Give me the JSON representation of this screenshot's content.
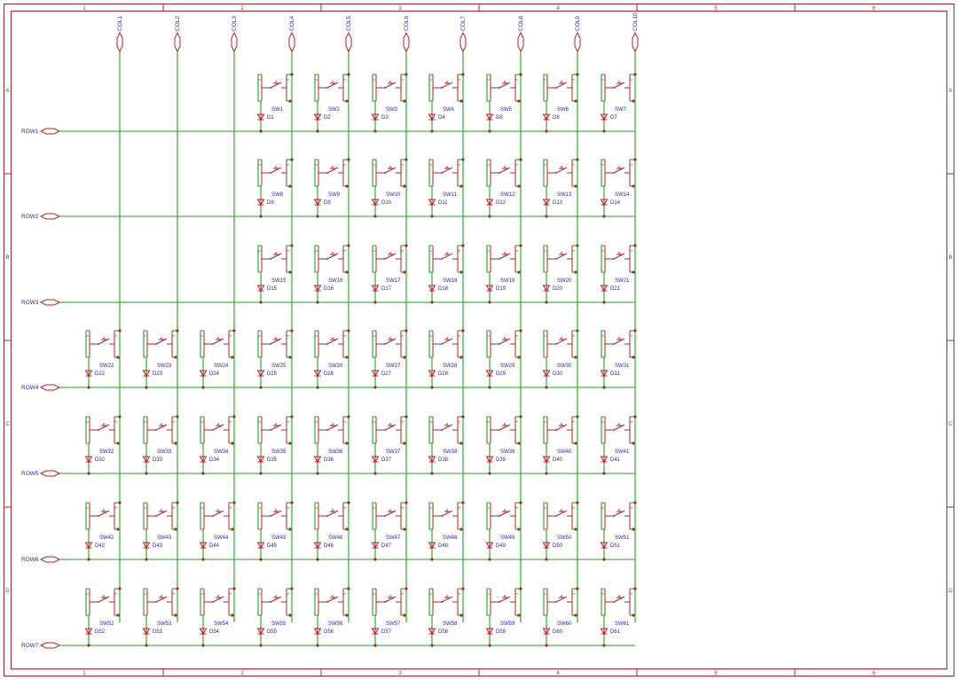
{
  "sheet": {
    "column_markers": [
      "1",
      "2",
      "3",
      "4",
      "5",
      "6"
    ],
    "row_markers": [
      "A",
      "B",
      "C",
      "D"
    ]
  },
  "colors": {
    "wire": "#1aa81a",
    "symbol": "#b22222",
    "text": "#1f1fbf",
    "frame": "#b22222"
  },
  "columns": [
    "COL1",
    "COL2",
    "COL3",
    "COL4",
    "COL5",
    "COL6",
    "COL7",
    "COL8",
    "COL9",
    "COL10"
  ],
  "rows": [
    {
      "net": "ROW1",
      "cells": [
        null,
        null,
        null,
        {
          "switch": "SW1",
          "diode": "D1"
        },
        {
          "switch": "SW2",
          "diode": "D2"
        },
        {
          "switch": "SW3",
          "diode": "D3"
        },
        {
          "switch": "SW4",
          "diode": "D4"
        },
        {
          "switch": "SW5",
          "diode": "D5"
        },
        {
          "switch": "SW6",
          "diode": "D6"
        },
        {
          "switch": "SW7",
          "diode": "D7"
        }
      ]
    },
    {
      "net": "ROW2",
      "cells": [
        null,
        null,
        null,
        {
          "switch": "SW8",
          "diode": "D8"
        },
        {
          "switch": "SW9",
          "diode": "D9"
        },
        {
          "switch": "SW10",
          "diode": "D10"
        },
        {
          "switch": "SW11",
          "diode": "D11"
        },
        {
          "switch": "SW12",
          "diode": "D12"
        },
        {
          "switch": "SW13",
          "diode": "D13"
        },
        {
          "switch": "SW14",
          "diode": "D14"
        }
      ]
    },
    {
      "net": "ROW3",
      "cells": [
        null,
        null,
        null,
        {
          "switch": "SW15",
          "diode": "D15"
        },
        {
          "switch": "SW16",
          "diode": "D16"
        },
        {
          "switch": "SW17",
          "diode": "D17"
        },
        {
          "switch": "SW18",
          "diode": "D18"
        },
        {
          "switch": "SW19",
          "diode": "D19"
        },
        {
          "switch": "SW20",
          "diode": "D20"
        },
        {
          "switch": "SW21",
          "diode": "D21"
        }
      ]
    },
    {
      "net": "ROW4",
      "cells": [
        {
          "switch": "SW22",
          "diode": "D22"
        },
        {
          "switch": "SW23",
          "diode": "D23"
        },
        {
          "switch": "SW24",
          "diode": "D24"
        },
        {
          "switch": "SW25",
          "diode": "D25"
        },
        {
          "switch": "SW26",
          "diode": "D26"
        },
        {
          "switch": "SW27",
          "diode": "D27"
        },
        {
          "switch": "SW28",
          "diode": "D28"
        },
        {
          "switch": "SW29",
          "diode": "D29"
        },
        {
          "switch": "SW30",
          "diode": "D30"
        },
        {
          "switch": "SW31",
          "diode": "D31"
        }
      ]
    },
    {
      "net": "ROW5",
      "cells": [
        {
          "switch": "SW32",
          "diode": "D32"
        },
        {
          "switch": "SW33",
          "diode": "D33"
        },
        {
          "switch": "SW34",
          "diode": "D34"
        },
        {
          "switch": "SW35",
          "diode": "D35"
        },
        {
          "switch": "SW36",
          "diode": "D36"
        },
        {
          "switch": "SW37",
          "diode": "D37"
        },
        {
          "switch": "SW38",
          "diode": "D38"
        },
        {
          "switch": "SW39",
          "diode": "D39"
        },
        {
          "switch": "SW40",
          "diode": "D40"
        },
        {
          "switch": "SW41",
          "diode": "D41"
        }
      ]
    },
    {
      "net": "ROW6",
      "cells": [
        {
          "switch": "SW42",
          "diode": "D42"
        },
        {
          "switch": "SW43",
          "diode": "D43"
        },
        {
          "switch": "SW44",
          "diode": "D44"
        },
        {
          "switch": "SW45",
          "diode": "D45"
        },
        {
          "switch": "SW46",
          "diode": "D46"
        },
        {
          "switch": "SW47",
          "diode": "D47"
        },
        {
          "switch": "SW48",
          "diode": "D48"
        },
        {
          "switch": "SW49",
          "diode": "D49"
        },
        {
          "switch": "SW50",
          "diode": "D50"
        },
        {
          "switch": "SW51",
          "diode": "D51"
        }
      ]
    },
    {
      "net": "ROW7",
      "cells": [
        {
          "switch": "SW52",
          "diode": "D52"
        },
        {
          "switch": "SW53",
          "diode": "D53"
        },
        {
          "switch": "SW54",
          "diode": "D54"
        },
        {
          "switch": "SW55",
          "diode": "D55"
        },
        {
          "switch": "SW56",
          "diode": "D56"
        },
        {
          "switch": "SW57",
          "diode": "D57"
        },
        {
          "switch": "SW58",
          "diode": "D58"
        },
        {
          "switch": "SW59",
          "diode": "D59"
        },
        {
          "switch": "SW60",
          "diode": "D60"
        },
        {
          "switch": "SW61",
          "diode": "D61"
        }
      ]
    }
  ],
  "pin_numbers": {
    "left": "2",
    "right": "1"
  }
}
